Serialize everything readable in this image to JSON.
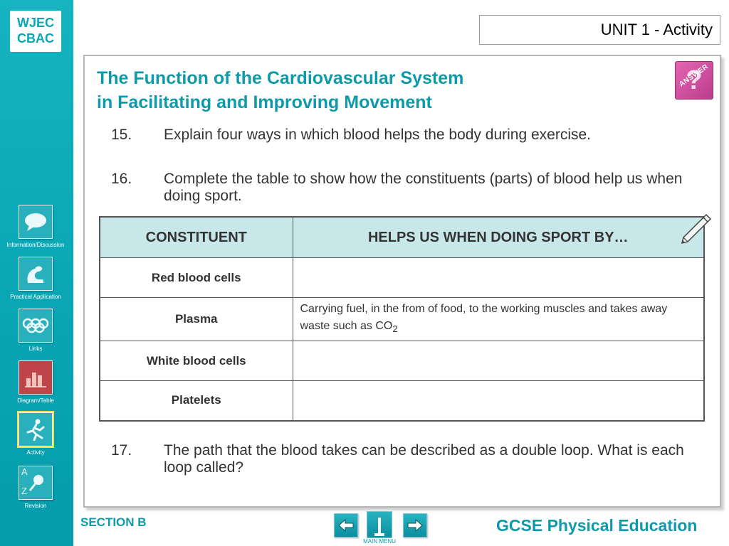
{
  "brand": {
    "logo_line1": "WJEC",
    "logo_line2": "CBAC"
  },
  "sidebar": {
    "items": [
      {
        "label": "Information/Discussion",
        "icon": "speech-bubble-icon",
        "color": "#28b0bc"
      },
      {
        "label": "Practical Application",
        "icon": "flexed-arm-icon",
        "color": "#28b0bc"
      },
      {
        "label": "Links",
        "icon": "olympic-rings-icon",
        "color": "#28b0bc"
      },
      {
        "label": "Diagram/Table",
        "icon": "bar-chart-icon",
        "color": "#c0454a"
      },
      {
        "label": "Activity",
        "icon": "runner-icon",
        "color": "#28b0bc"
      },
      {
        "label": "Revision",
        "icon": "magnifier-az-icon",
        "color": "#28b0bc",
        "letter_top": "A",
        "letter_bottom": "Z"
      }
    ]
  },
  "header": {
    "unit": "UNIT 1 - Activity"
  },
  "content": {
    "title_line1": "The Function of the Cardiovascular System",
    "title_line2": "in Facilitating and Improving Movement",
    "answer_label": "ANSWER",
    "answer_symbol": "?",
    "questions": [
      {
        "number": "15.",
        "text": "Explain four ways in which blood helps the body during exercise."
      },
      {
        "number": "16.",
        "text": "Complete the table to show how the constituents (parts) of blood help us when doing sport."
      },
      {
        "number": "17.",
        "text": "The path that the blood takes can be described as a double loop. What is each loop called?"
      }
    ],
    "table": {
      "headers": [
        "CONSTITUENT",
        "HELPS US WHEN DOING SPORT BY…"
      ],
      "rows": [
        {
          "constituent": "Red blood cells",
          "helps": ""
        },
        {
          "constituent": "Plasma",
          "helps": "Carrying fuel, in the from of food, to the working muscles and takes away waste such as CO",
          "helps_sub": "2"
        },
        {
          "constituent": "White blood cells",
          "helps": ""
        },
        {
          "constituent": "Platelets",
          "helps": ""
        }
      ]
    }
  },
  "footer": {
    "section": "SECTION B",
    "subject": "GCSE Physical Education",
    "menu_label": "MAIN MENU"
  },
  "colors": {
    "accent": "#0f9aa9",
    "sidebar": "#0aa7b6",
    "table_header": "#c8e7e8",
    "answer": "#d553a2"
  }
}
